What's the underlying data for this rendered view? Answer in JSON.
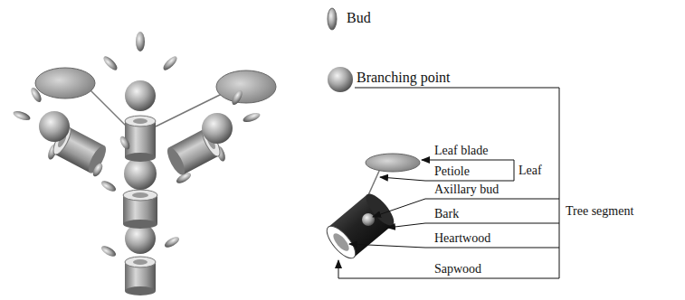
{
  "diagram": {
    "labels": [
      "Leaf blade",
      "Petiole",
      "Leaf",
      "Axillary bud",
      "Bark",
      "Heartwood",
      "Sapwood",
      "Tree segment"
    ],
    "legend": [
      {
        "text": "Bud"
      },
      {
        "text": "Branching point"
      }
    ]
  }
}
